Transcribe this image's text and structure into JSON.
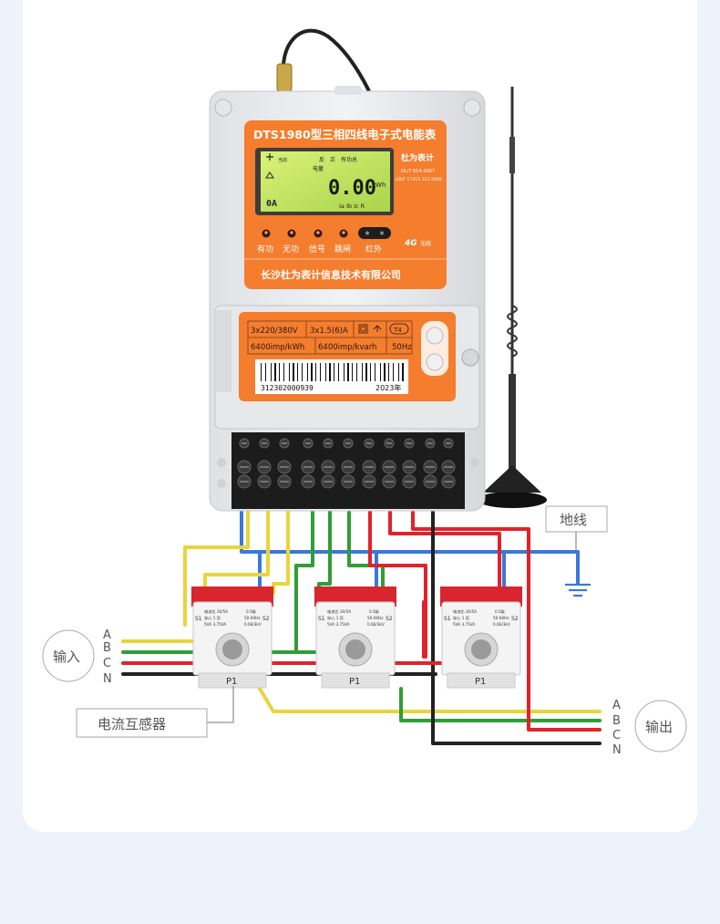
{
  "meter": {
    "title": "DTS1980型三相四线电子式电能表",
    "lcd": {
      "top_labels": [
        "反",
        "正",
        "有功总"
      ],
      "row_label": "电量",
      "value": "0.00",
      "unit": "kWh",
      "left_code": "0A",
      "phases": "Ia Ib Ic R",
      "mini_label": "当前"
    },
    "brand": "杜为表计",
    "standards": [
      "DL/T 614-2007",
      "GB/T 17215.321-2008"
    ],
    "indicators": [
      "有功",
      "无功",
      "信号",
      "跳闸",
      "红外"
    ],
    "network": "4G",
    "network_sub": "无线",
    "company": "长沙杜为表计信息技术有限公司",
    "specs": {
      "voltage": "3x220/380V",
      "current": "3x1.5(6)A",
      "class_badge": "T4",
      "active_const": "6400imp/kWh",
      "reactive_const": "6400imp/kvarh",
      "freq": "50Hz"
    },
    "serial": "312302000939",
    "year": "2023年"
  },
  "ct": {
    "plate_lines": [
      "电流比 30/5A",
      "0.5级",
      "穿心 1 匝",
      "50-60Hz",
      "5VA 3.75VA",
      "0.66/3kV"
    ],
    "s1": "S1",
    "s2": "S2",
    "p1": "P1"
  },
  "labels": {
    "ground": "地线",
    "input": "输入",
    "output": "输出",
    "ct_name": "电流互感器",
    "phases": [
      "A",
      "B",
      "C",
      "N"
    ]
  },
  "colors": {
    "phase_a": "#e8d53a",
    "phase_b": "#2f9e37",
    "phase_c": "#e0232b",
    "neutral": "#222222",
    "ground": "#3a78d8",
    "meter_orange": "#f47d2e",
    "ct_red": "#d8252e"
  }
}
